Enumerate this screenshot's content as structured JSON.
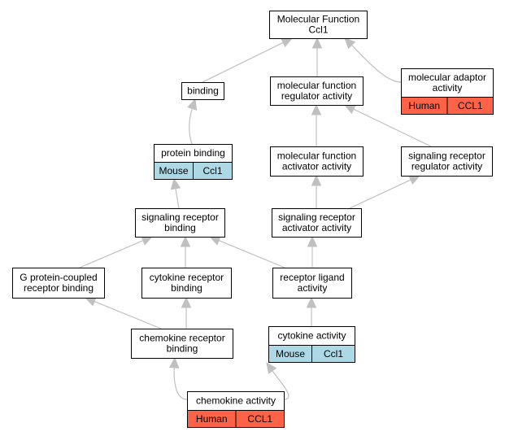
{
  "colors": {
    "human": "#ff6347",
    "mouse": "#add8e6",
    "edge": "#c0c0c0",
    "border": "#000000",
    "background": "#ffffff"
  },
  "nodes": {
    "root": {
      "lines": [
        "Molecular Function",
        "Ccl1"
      ]
    },
    "binding": {
      "lines": [
        "binding"
      ]
    },
    "mf_regulator": {
      "lines": [
        "molecular function",
        "regulator activity"
      ]
    },
    "adaptor": {
      "lines": [
        "molecular adaptor",
        "activity"
      ],
      "species": "human",
      "tags": [
        "Human",
        "CCL1"
      ]
    },
    "protein_binding": {
      "lines": [
        "protein binding"
      ],
      "species": "mouse",
      "tags": [
        "Mouse",
        "Ccl1"
      ]
    },
    "mf_activator": {
      "lines": [
        "molecular function",
        "activator activity"
      ]
    },
    "sr_regulator": {
      "lines": [
        "signaling receptor",
        "regulator activity"
      ]
    },
    "sr_binding": {
      "lines": [
        "signaling receptor",
        "binding"
      ]
    },
    "sr_activator": {
      "lines": [
        "signaling receptor",
        "activator activity"
      ]
    },
    "gpcr_binding": {
      "lines": [
        "G protein-coupled",
        "receptor binding"
      ]
    },
    "cytokine_receptor": {
      "lines": [
        "cytokine receptor",
        "binding"
      ]
    },
    "receptor_ligand": {
      "lines": [
        "receptor ligand",
        "activity"
      ]
    },
    "chemokine_receptor": {
      "lines": [
        "chemokine receptor",
        "binding"
      ]
    },
    "cytokine_activity": {
      "lines": [
        "cytokine activity"
      ],
      "species": "mouse",
      "tags": [
        "Mouse",
        "Ccl1"
      ]
    },
    "chemokine_activity": {
      "lines": [
        "chemokine activity"
      ],
      "species": "human",
      "tags": [
        "Human",
        "CCL1"
      ]
    }
  },
  "edges": [
    {
      "from": "binding",
      "to": "root"
    },
    {
      "from": "mf_regulator",
      "to": "root"
    },
    {
      "from": "adaptor",
      "to": "root"
    },
    {
      "from": "protein_binding",
      "to": "binding"
    },
    {
      "from": "mf_activator",
      "to": "mf_regulator"
    },
    {
      "from": "sr_regulator",
      "to": "mf_regulator"
    },
    {
      "from": "sr_binding",
      "to": "protein_binding"
    },
    {
      "from": "sr_activator",
      "to": "mf_activator"
    },
    {
      "from": "sr_activator",
      "to": "sr_regulator"
    },
    {
      "from": "gpcr_binding",
      "to": "sr_binding"
    },
    {
      "from": "cytokine_receptor",
      "to": "sr_binding"
    },
    {
      "from": "receptor_ligand",
      "to": "sr_binding"
    },
    {
      "from": "receptor_ligand",
      "to": "sr_activator"
    },
    {
      "from": "chemokine_receptor",
      "to": "gpcr_binding"
    },
    {
      "from": "chemokine_receptor",
      "to": "cytokine_receptor"
    },
    {
      "from": "cytokine_activity",
      "to": "receptor_ligand"
    },
    {
      "from": "chemokine_activity",
      "to": "chemokine_receptor"
    },
    {
      "from": "chemokine_activity",
      "to": "cytokine_activity"
    }
  ]
}
